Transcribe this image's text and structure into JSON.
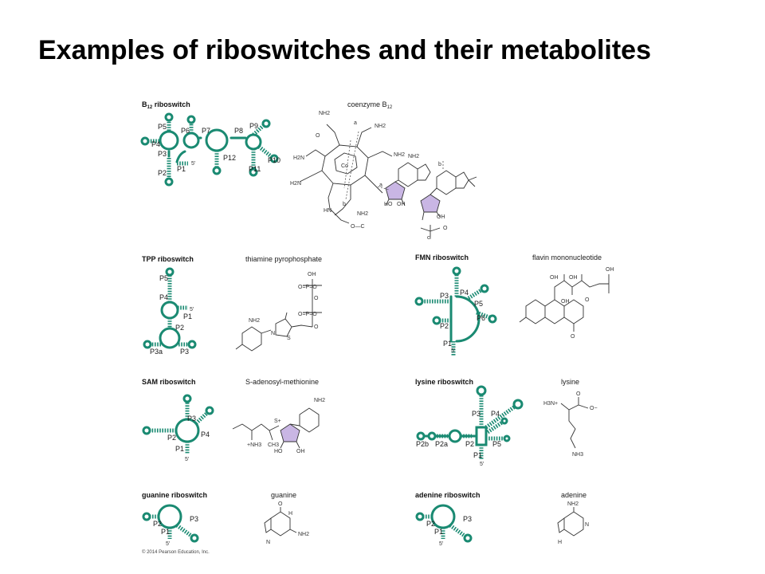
{
  "title": "Examples of riboswitches and their metabolites",
  "panels": {
    "b12": {
      "heading_main": "B",
      "heading_sub": "12",
      "heading_rest": " riboswitch",
      "metabolite_main": "coenzyme B",
      "metabolite_sub": "12",
      "stems": [
        "P5",
        "P4",
        "P3",
        "P2",
        "P1",
        "P6",
        "P7",
        "P8",
        "P9",
        "P12",
        "P10",
        "P11"
      ],
      "end_label": "5′",
      "chem_labels": [
        "NH2",
        "NH2",
        "NH2",
        "H2N",
        "H2N",
        "NH2",
        "NH2",
        "HN",
        "O",
        "Co",
        "O—C",
        "a",
        "b",
        "a",
        "b",
        "c",
        "HO",
        "OH",
        "OH",
        "O"
      ]
    },
    "tpp": {
      "heading": "TPP riboswitch",
      "metabolite": "thiamine pyrophosphate",
      "stems": [
        "P5",
        "P4",
        "P1",
        "P2",
        "P3a",
        "P3"
      ],
      "end_label": "5′",
      "chem_labels": [
        "OH",
        "O=P=O",
        "O",
        "O=P=O",
        "O",
        "NH2",
        "N",
        "S"
      ]
    },
    "fmn": {
      "heading": "FMN riboswitch",
      "metabolite": "flavin mononucleotide",
      "stems": [
        "P3",
        "P4",
        "P5",
        "P6",
        "P2",
        "P1"
      ],
      "end_label": "5′",
      "chem_labels": [
        "OH",
        "OH",
        "OH",
        "O",
        "OH",
        "O"
      ]
    },
    "sam": {
      "heading": "SAM riboswitch",
      "metabolite": "S-adenosyl-methionine",
      "stems": [
        "P3",
        "P2",
        "P4",
        "P1"
      ],
      "end_label": "5′",
      "chem_labels": [
        "NH2",
        "S+",
        "CH3",
        "+NH3",
        "HO",
        "OH"
      ]
    },
    "lysine": {
      "heading": "lysine riboswitch",
      "metabolite": "lysine",
      "stems": [
        "P3",
        "P4",
        "P2b",
        "P2a",
        "P2",
        "P5",
        "P1"
      ],
      "end_label": "5′",
      "chem_labels": [
        "H3N+",
        "O",
        "O−",
        "NH3"
      ]
    },
    "guanine": {
      "heading": "guanine riboswitch",
      "metabolite": "guanine",
      "stems": [
        "P2",
        "P3",
        "P1"
      ],
      "end_label": "5′",
      "chem_labels": [
        "O",
        "H",
        "N",
        "NH2"
      ]
    },
    "adenine": {
      "heading": "adenine riboswitch",
      "metabolite": "adenine",
      "stems": [
        "P2",
        "P3",
        "P1"
      ],
      "end_label": "5′",
      "chem_labels": [
        "NH2",
        "N",
        "H"
      ]
    }
  },
  "copyright": "© 2014 Pearson Education, Inc.",
  "colors": {
    "rna": "#1a8a72",
    "ribose": "#c9b6e4"
  }
}
